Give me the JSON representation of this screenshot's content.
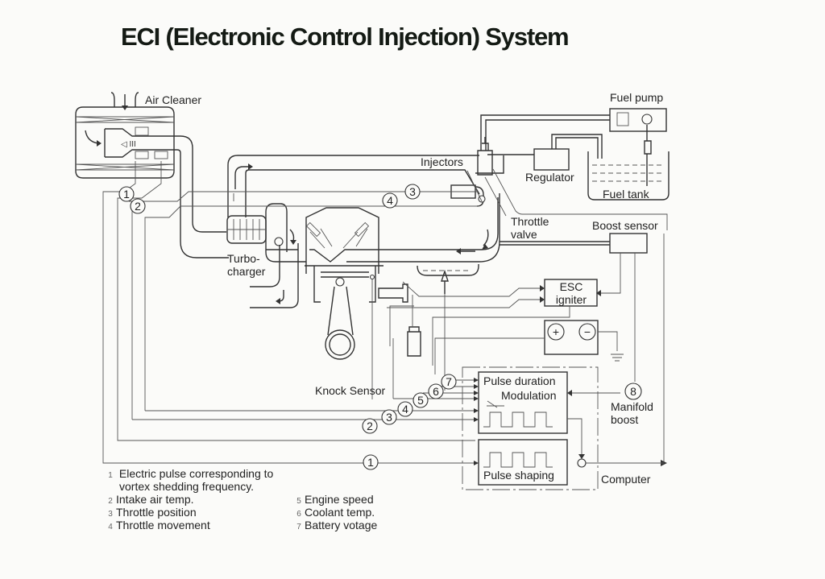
{
  "title": "ECI (Electronic Control Injection) System",
  "components": {
    "air_cleaner": "Air Cleaner",
    "fuel_pump": "Fuel pump",
    "injectors": "Injectors",
    "regulator": "Regulator",
    "fuel_tank": "Fuel tank",
    "throttle_valve_line1": "Throttle",
    "throttle_valve_line2": "valve",
    "boost_sensor": "Boost sensor",
    "turbo_line1": "Turbo-",
    "turbo_line2": "charger",
    "esc_line1": "ESC",
    "esc_line2": "igniter",
    "knock_sensor": "Knock Sensor",
    "pulse_duration": "Pulse duration",
    "modulation": "Modulation",
    "pulse_shaping": "Pulse shaping",
    "manifold_line1": "Manifold",
    "manifold_line2": "boost",
    "computer": "Computer",
    "battery_plus": "+",
    "battery_minus": "−"
  },
  "signal_markers": [
    "1",
    "2",
    "3",
    "4",
    "5",
    "6",
    "7",
    "8"
  ],
  "legend": {
    "left": [
      {
        "num": "1",
        "text": "Electric pulse corresponding to",
        "cont": "vortex shedding frequency."
      },
      {
        "num": "2",
        "text": "Intake air temp."
      },
      {
        "num": "3",
        "text": "Throttle position"
      },
      {
        "num": "4",
        "text": "Throttle movement"
      }
    ],
    "right": [
      {
        "num": "5",
        "text": "Engine speed"
      },
      {
        "num": "6",
        "text": "Coolant temp."
      },
      {
        "num": "7",
        "text": "Battery votage"
      }
    ]
  }
}
